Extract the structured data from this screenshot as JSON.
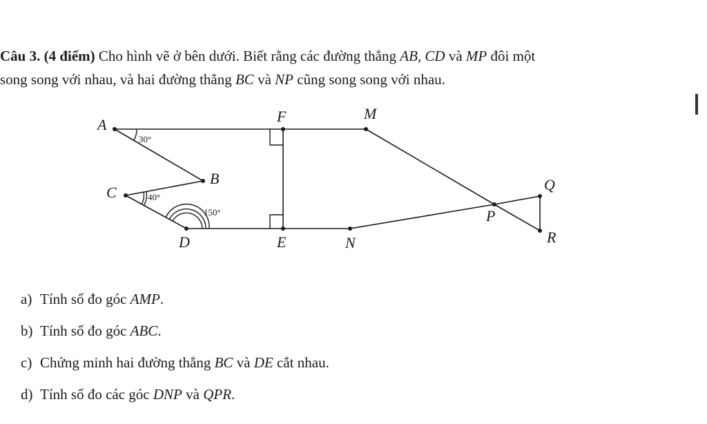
{
  "problem": {
    "head": "Câu 3. (4 điểm)",
    "line1_text": " Cho hình vẽ ở bên dưới. Biết rằng các đường thẳng ",
    "line1_math1": "AB, CD",
    "line1_text2": " và ",
    "line1_math2": "MP",
    "line1_text3": " đôi một",
    "line2_text": "song song với nhau, và hai đường thẳng ",
    "line2_math1": "BC",
    "line2_text2": " và ",
    "line2_math2": "NP",
    "line2_text3": " cũng song song với nhau."
  },
  "figure": {
    "points": {
      "A": "A",
      "B": "B",
      "C": "C",
      "D": "D",
      "E": "E",
      "F": "F",
      "M": "M",
      "N": "N",
      "P": "P",
      "Q": "Q",
      "R": "R"
    },
    "angles": {
      "angle_A": "30°",
      "angle_C": "40°",
      "angle_D": "150°"
    }
  },
  "questions": [
    {
      "label": "a)",
      "text": "Tính số đo góc ",
      "math": "AMP",
      "tail": "."
    },
    {
      "label": "b)",
      "text": "Tính số đo góc ",
      "math": "ABC",
      "tail": "."
    },
    {
      "label": "c)",
      "text": "Chứng minh hai đường thẳng ",
      "math": "BC",
      "text2": " và ",
      "math2": "DE",
      "tail": " cắt nhau."
    },
    {
      "label": "d)",
      "text": "Tính số đo các góc ",
      "math": "DNP",
      "text2": " và ",
      "math2": "QPR",
      "tail": "."
    }
  ]
}
